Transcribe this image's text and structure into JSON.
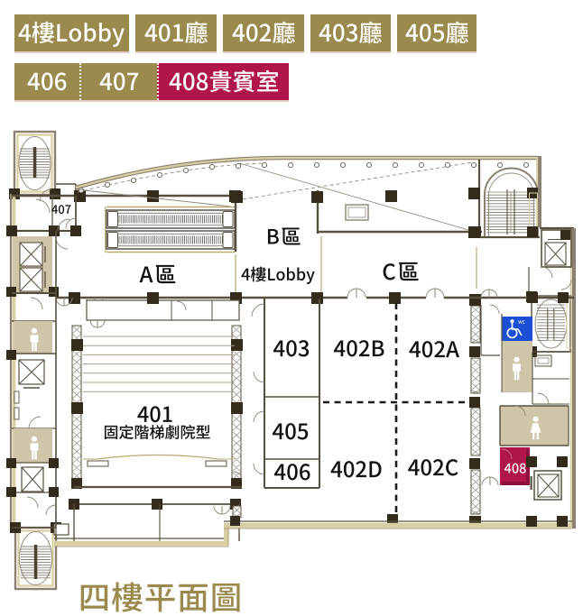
{
  "window": {
    "background": "#ffffff"
  },
  "tabs": {
    "row1": [
      {
        "label": "4樓Lobby"
      },
      {
        "label": "401廳"
      },
      {
        "label": "402廳"
      },
      {
        "label": "403廳"
      },
      {
        "label": "405廳"
      }
    ],
    "row2": [
      {
        "label": "406"
      },
      {
        "label": "407"
      },
      {
        "label": "408貴賓室",
        "active": true
      }
    ],
    "colors": {
      "tab_bg": "#9a8a4e",
      "active_tab_bg": "#b0164c",
      "tab_text": "#ffffff"
    }
  },
  "plan": {
    "zones": {
      "a": "A區",
      "b": "B區",
      "c": "C區",
      "lobby": "4樓Lobby"
    },
    "rooms": {
      "r401": "401",
      "r401_subtitle": "固定階梯劇院型",
      "r403": "403",
      "r405": "405",
      "r406": "406",
      "r402b": "402B",
      "r402a": "402A",
      "r402d": "402D",
      "r402c": "402C",
      "r407": "407",
      "r408": "408"
    },
    "icons": {
      "accessible_wc_label": "WC",
      "accessible_wc": "wheelchair-accessible-toilet",
      "male_restroom": "restroom-person",
      "female_restroom": "restroom-person-female",
      "elevator": "elevator-x-box",
      "stairs": "staircase"
    },
    "colors": {
      "highlight_room": "#b0164c",
      "accessible_sign_bg": "#1c50d4",
      "wall_tan": "#d8cfa2",
      "restroom_beige": "#cfc5a8",
      "label_text": "#111111"
    }
  },
  "caption": {
    "text": "四樓平面圖",
    "color": "#9a8a4e"
  }
}
